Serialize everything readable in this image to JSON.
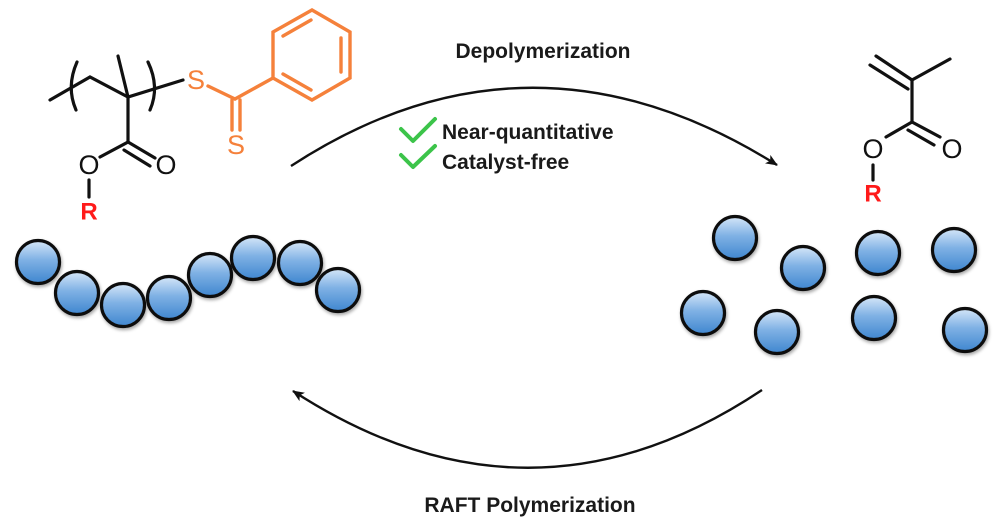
{
  "figure": {
    "forward_process": "Depolymerization",
    "reverse_process": "RAFT Polymerization",
    "features": [
      {
        "label": "Near-quantitative",
        "icon": "check-icon"
      },
      {
        "label": "Catalyst-free",
        "icon": "check-icon"
      }
    ],
    "polymer": {
      "atoms": {
        "ester_oxygen": "O",
        "carbonyl_oxygen": "O",
        "substituent": "R",
        "thioester_sulfur": "S",
        "thione_sulfur": "S"
      },
      "bead_count": 8,
      "end_group": "dithiobenzoate"
    },
    "monomer": {
      "atoms": {
        "ester_oxygen": "O",
        "carbonyl_oxygen": "O",
        "substituent": "R"
      },
      "bead_count": 8
    }
  },
  "colors": {
    "structure": "#111111",
    "raft_end_group": "#f5813b",
    "substituent_r": "#ff1a1a",
    "check": "#3cc44a",
    "bead_fill_light": "#cfe2f6",
    "bead_fill_dark": "#3f86cf"
  }
}
